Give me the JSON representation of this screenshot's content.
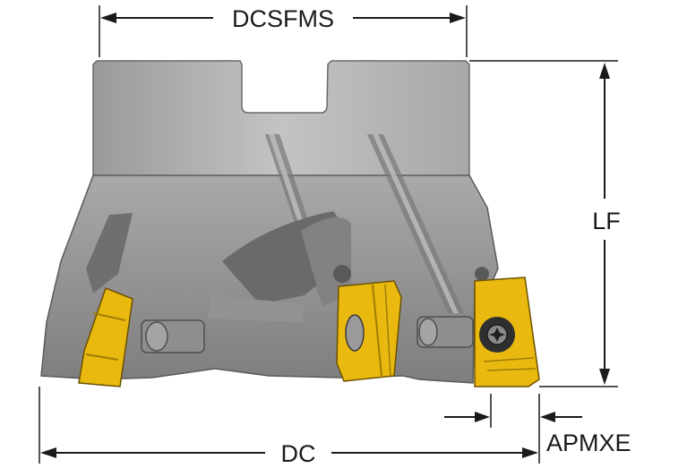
{
  "labels": {
    "dcsfms": "DCSFMS",
    "lf": "LF",
    "dc": "DC",
    "apmxe": "APMXE"
  },
  "colors": {
    "body": "#8c8c8c",
    "body_light": "#b4b4b4",
    "body_dark": "#5e5e5e",
    "insert": "#e9b90f",
    "insert_dark": "#a07c05",
    "dimension": "#1a1a1a"
  }
}
